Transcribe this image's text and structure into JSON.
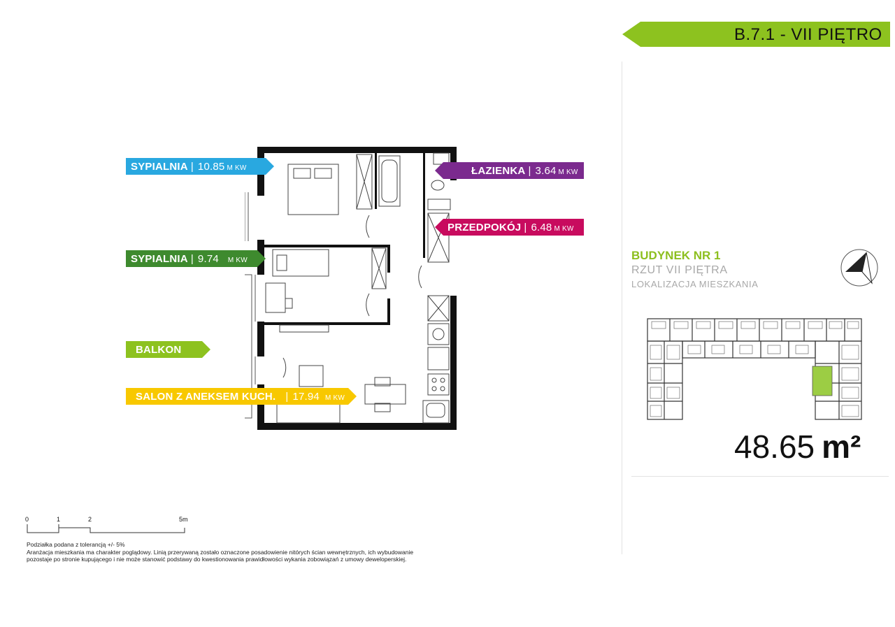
{
  "header": {
    "title": "B.7.1 - VII PIĘTRO",
    "color": "#8dc21f"
  },
  "rooms": [
    {
      "name": "SYPIALNIA",
      "area": "10.85",
      "unit": "M KW",
      "color": "#29a8e0"
    },
    {
      "name": "ŁAZIENKA",
      "area": "3.64",
      "unit": "M KW",
      "color": "#7b2a8e"
    },
    {
      "name": "PRZEDPOKÓJ",
      "area": "6.48",
      "unit": "M KW",
      "color": "#c80b5e"
    },
    {
      "name": "SYPIALNIA",
      "area": "9.74",
      "unit": "M KW",
      "color": "#3e8a2e"
    },
    {
      "name": "BALKON",
      "color": "#8dc21f"
    },
    {
      "name": "SALON Z ANEKSEM KUCH.",
      "area": "17.94",
      "unit": "M KW",
      "color": "#f8c800"
    }
  ],
  "building": {
    "name": "BUDYNEK NR 1",
    "plan": "RZUT VII PIĘTRA",
    "location": "LOKALIZACJA MIESZKANIA",
    "highlight_color": "#9ccd44"
  },
  "total_area": {
    "value": "48.65",
    "unit": "m²"
  },
  "scale": {
    "labels": [
      "0",
      "1",
      "2",
      "5m"
    ]
  },
  "notes": {
    "tolerance": "Podziałka podana z tolerancją +/- 5%",
    "disclaimer1": "Aranżacja mieszkania ma charakter poglądowy.  Linią przerywaną zostało oznaczone posadowienie nitórych ścian wewnętrznych, ich wybudowanie",
    "disclaimer2": "pozostaje po stronie kupującego i nie może stanowić podstawy do kwestionowania prawidłowości wykania zobowiązań z umowy deweloperskiej."
  }
}
